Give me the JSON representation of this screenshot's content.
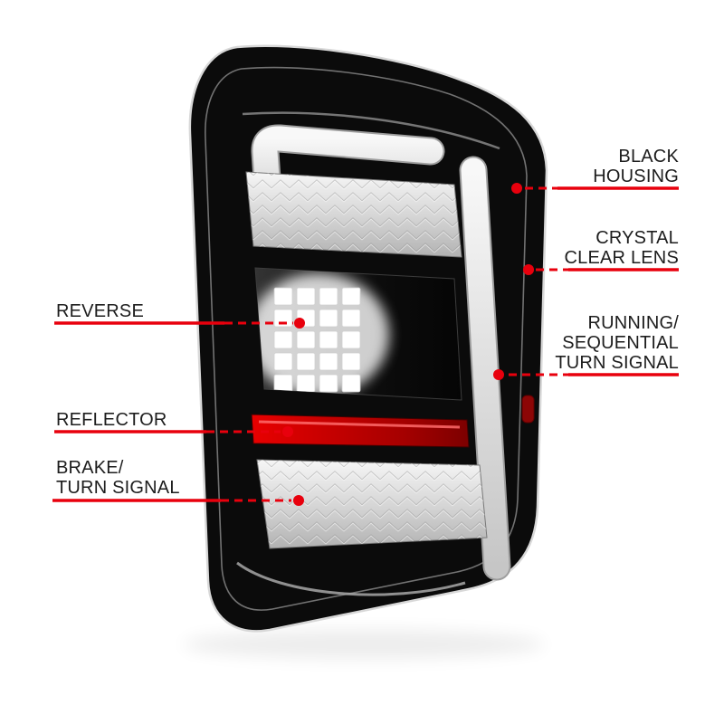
{
  "page": {
    "background": "#ffffff"
  },
  "colors": {
    "accent_red": "#e8000d",
    "housing_black": "#0b0b0b",
    "reflector_red": "#b30000",
    "lens_silver": "#d7d7d7"
  },
  "callouts": {
    "left": [
      {
        "id": "reverse",
        "label": "REVERSE"
      },
      {
        "id": "reflector",
        "label": "REFLECTOR"
      },
      {
        "id": "brake-turn-signal",
        "label": "BRAKE/\nTURN SIGNAL"
      }
    ],
    "right": [
      {
        "id": "black-housing",
        "label": "BLACK\nHOUSING"
      },
      {
        "id": "crystal-clear-lens",
        "label": "CRYSTAL\nCLEAR LENS"
      },
      {
        "id": "running-sequential-turn-signal",
        "label": "RUNNING/\nSEQUENTIAL\nTURN SIGNAL"
      }
    ]
  }
}
